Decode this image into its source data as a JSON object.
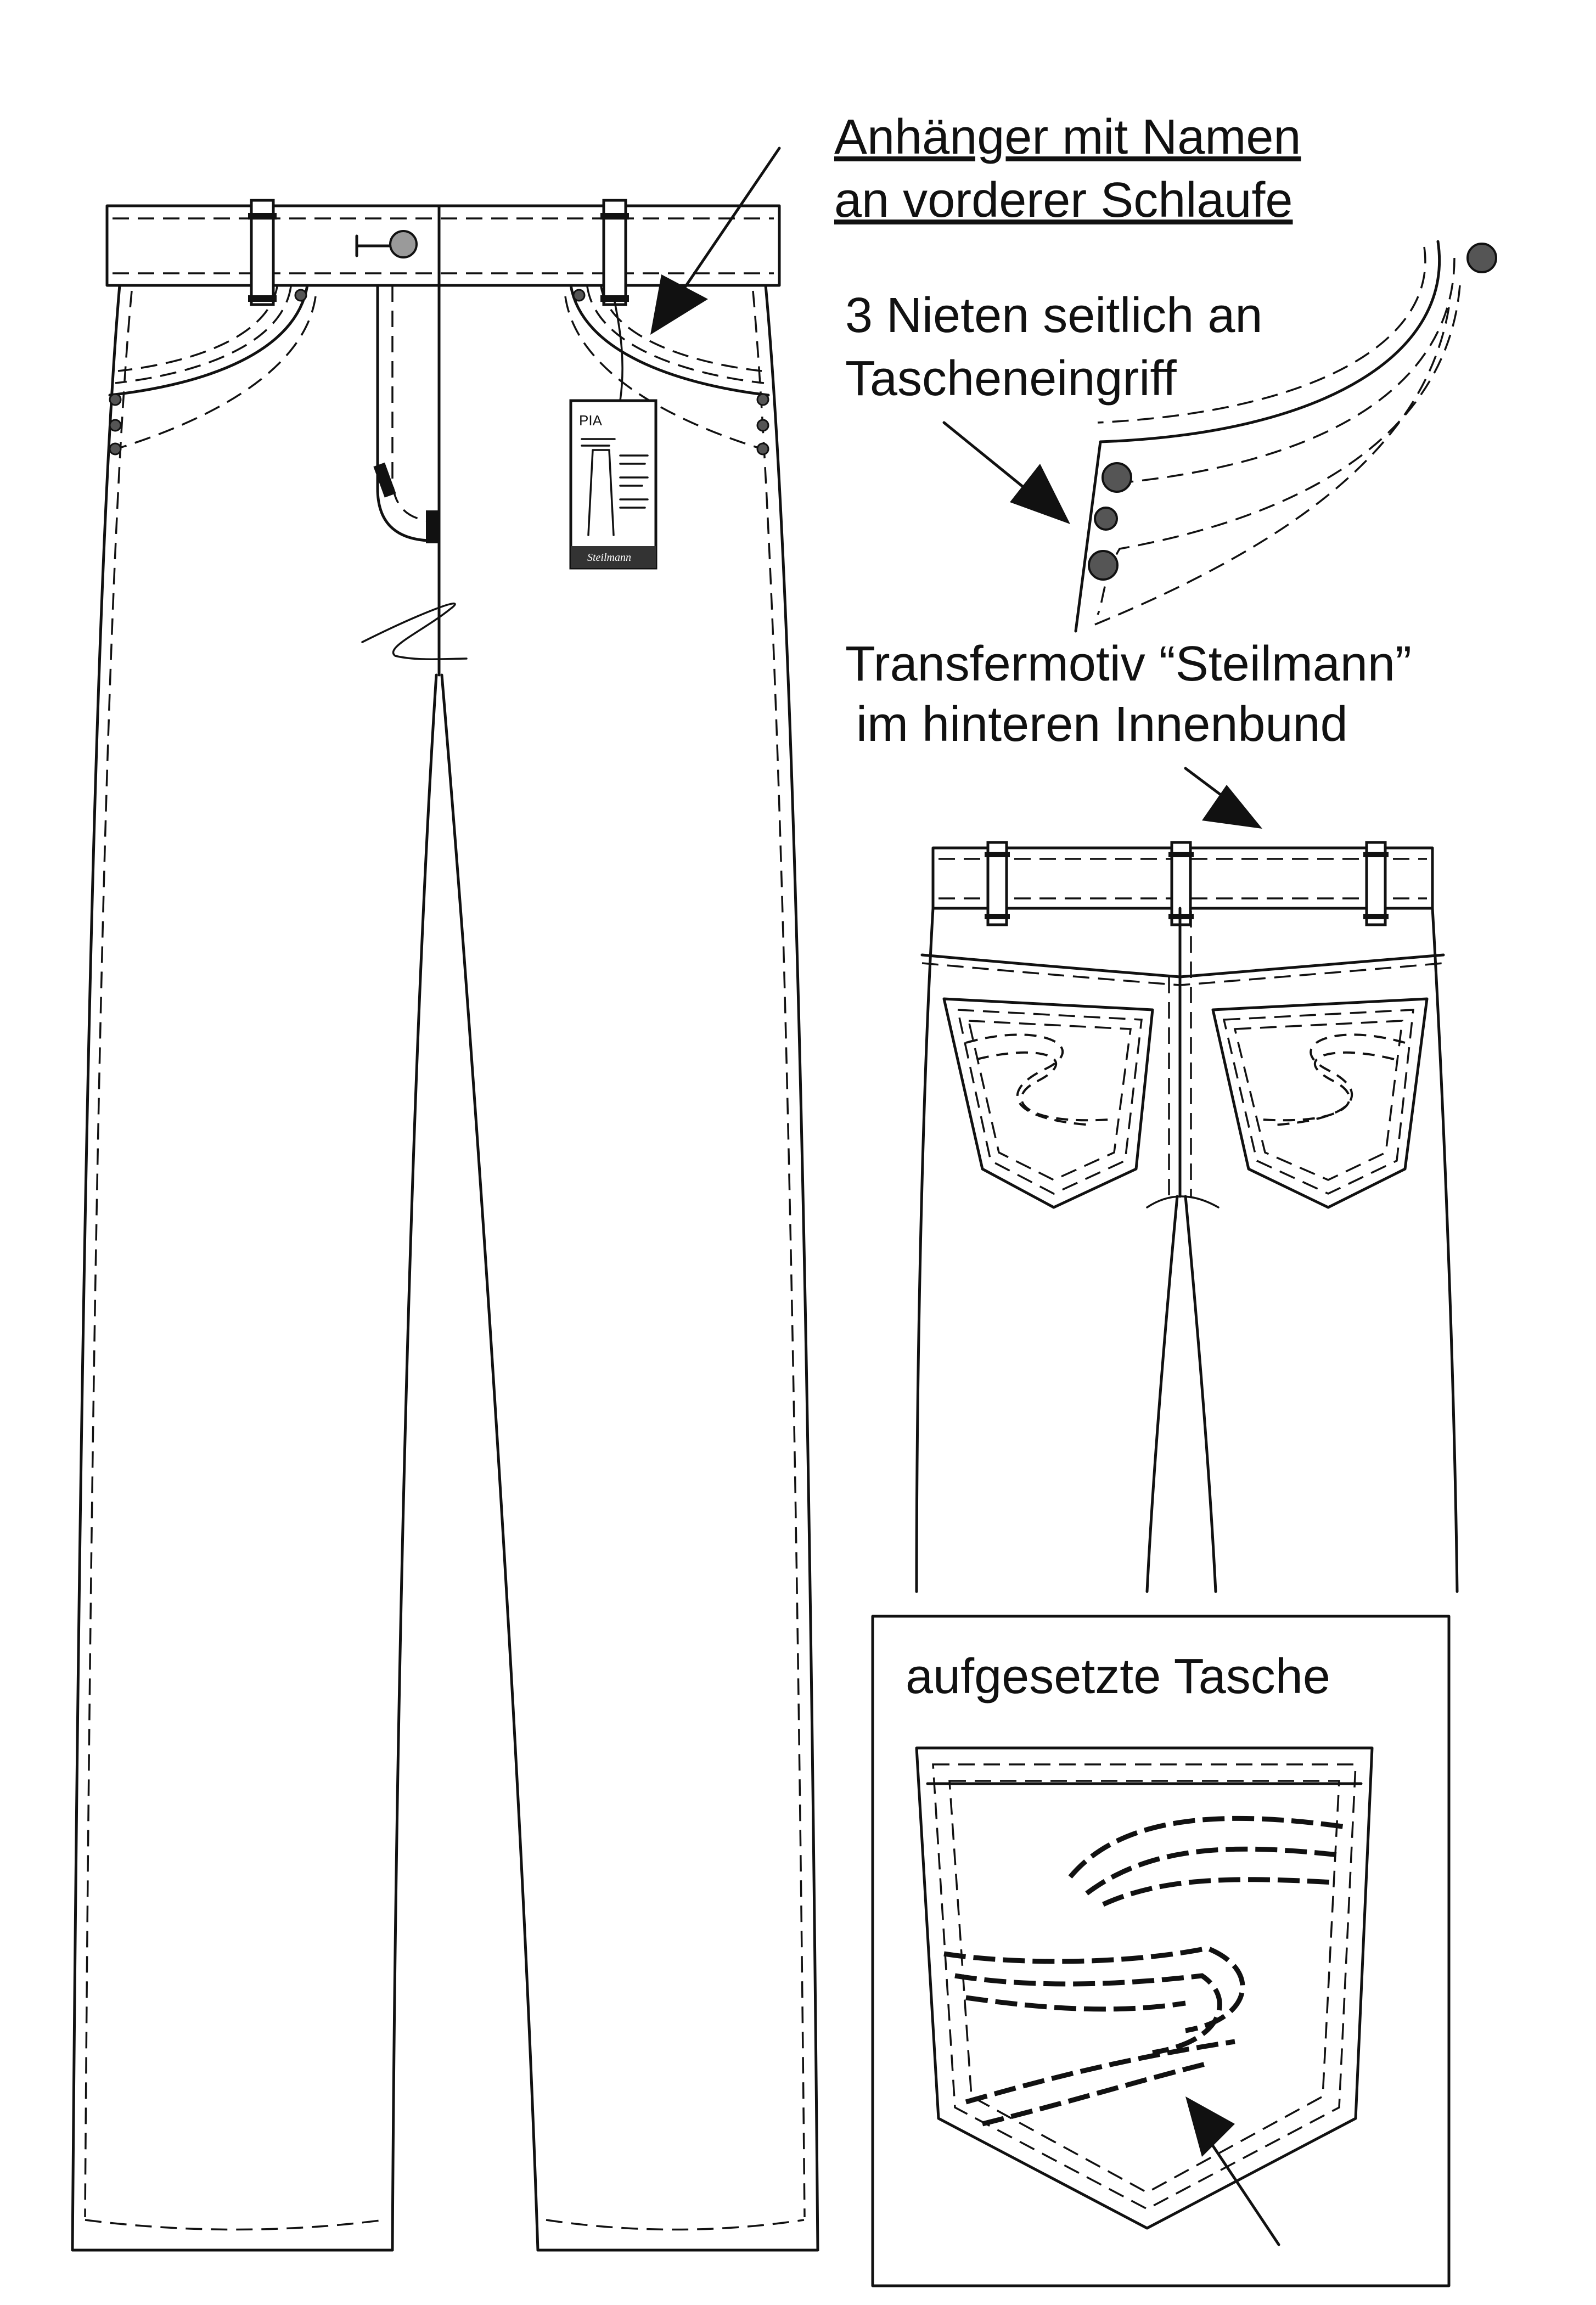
{
  "annotations": {
    "tag_line1": "Anhänger mit Namen",
    "tag_line2": "an vorderer Schlaufe",
    "rivets_line1": "3 Nieten seitlich an",
    "rivets_line2": "Tascheneingriff",
    "transfer_line1": "Transfermotiv “Steilmann”",
    "transfer_line2": "im hinteren Innenbund",
    "patch_pocket": "aufgesetzte Tasche"
  },
  "hang_tag": {
    "name": "PIA",
    "brand": "Steilmann"
  },
  "colors": {
    "line": "#111111",
    "paper": "#ffffff",
    "rivet": "#555555"
  }
}
